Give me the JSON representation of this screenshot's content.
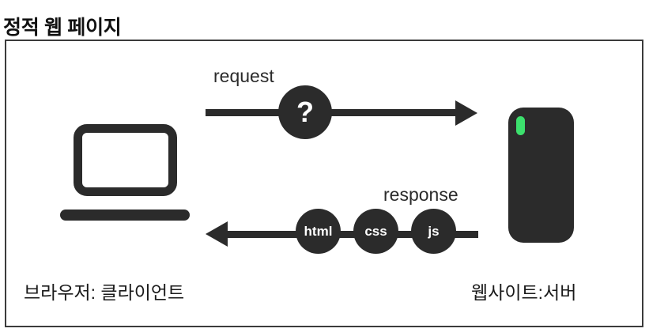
{
  "page": {
    "title": "정적 웹 페이지"
  },
  "diagram": {
    "client": {
      "icon": "laptop-icon",
      "caption": "브라우저: 클라이언트"
    },
    "server": {
      "icon": "server-icon",
      "led_color": "#3ce06d",
      "caption": "웹사이트:서버"
    },
    "flows": [
      {
        "id": "request",
        "label": "request",
        "direction": "client-to-server",
        "badges": [
          "?"
        ]
      },
      {
        "id": "response",
        "label": "response",
        "direction": "server-to-client",
        "badges": [
          "html",
          "css",
          "js"
        ]
      }
    ],
    "badges": {
      "question": "?",
      "html": "html",
      "css": "css",
      "js": "js"
    },
    "colors": {
      "ink": "#2b2b2b",
      "frame": "#3b3b3b",
      "led": "#3ce06d",
      "background": "#ffffff"
    }
  }
}
